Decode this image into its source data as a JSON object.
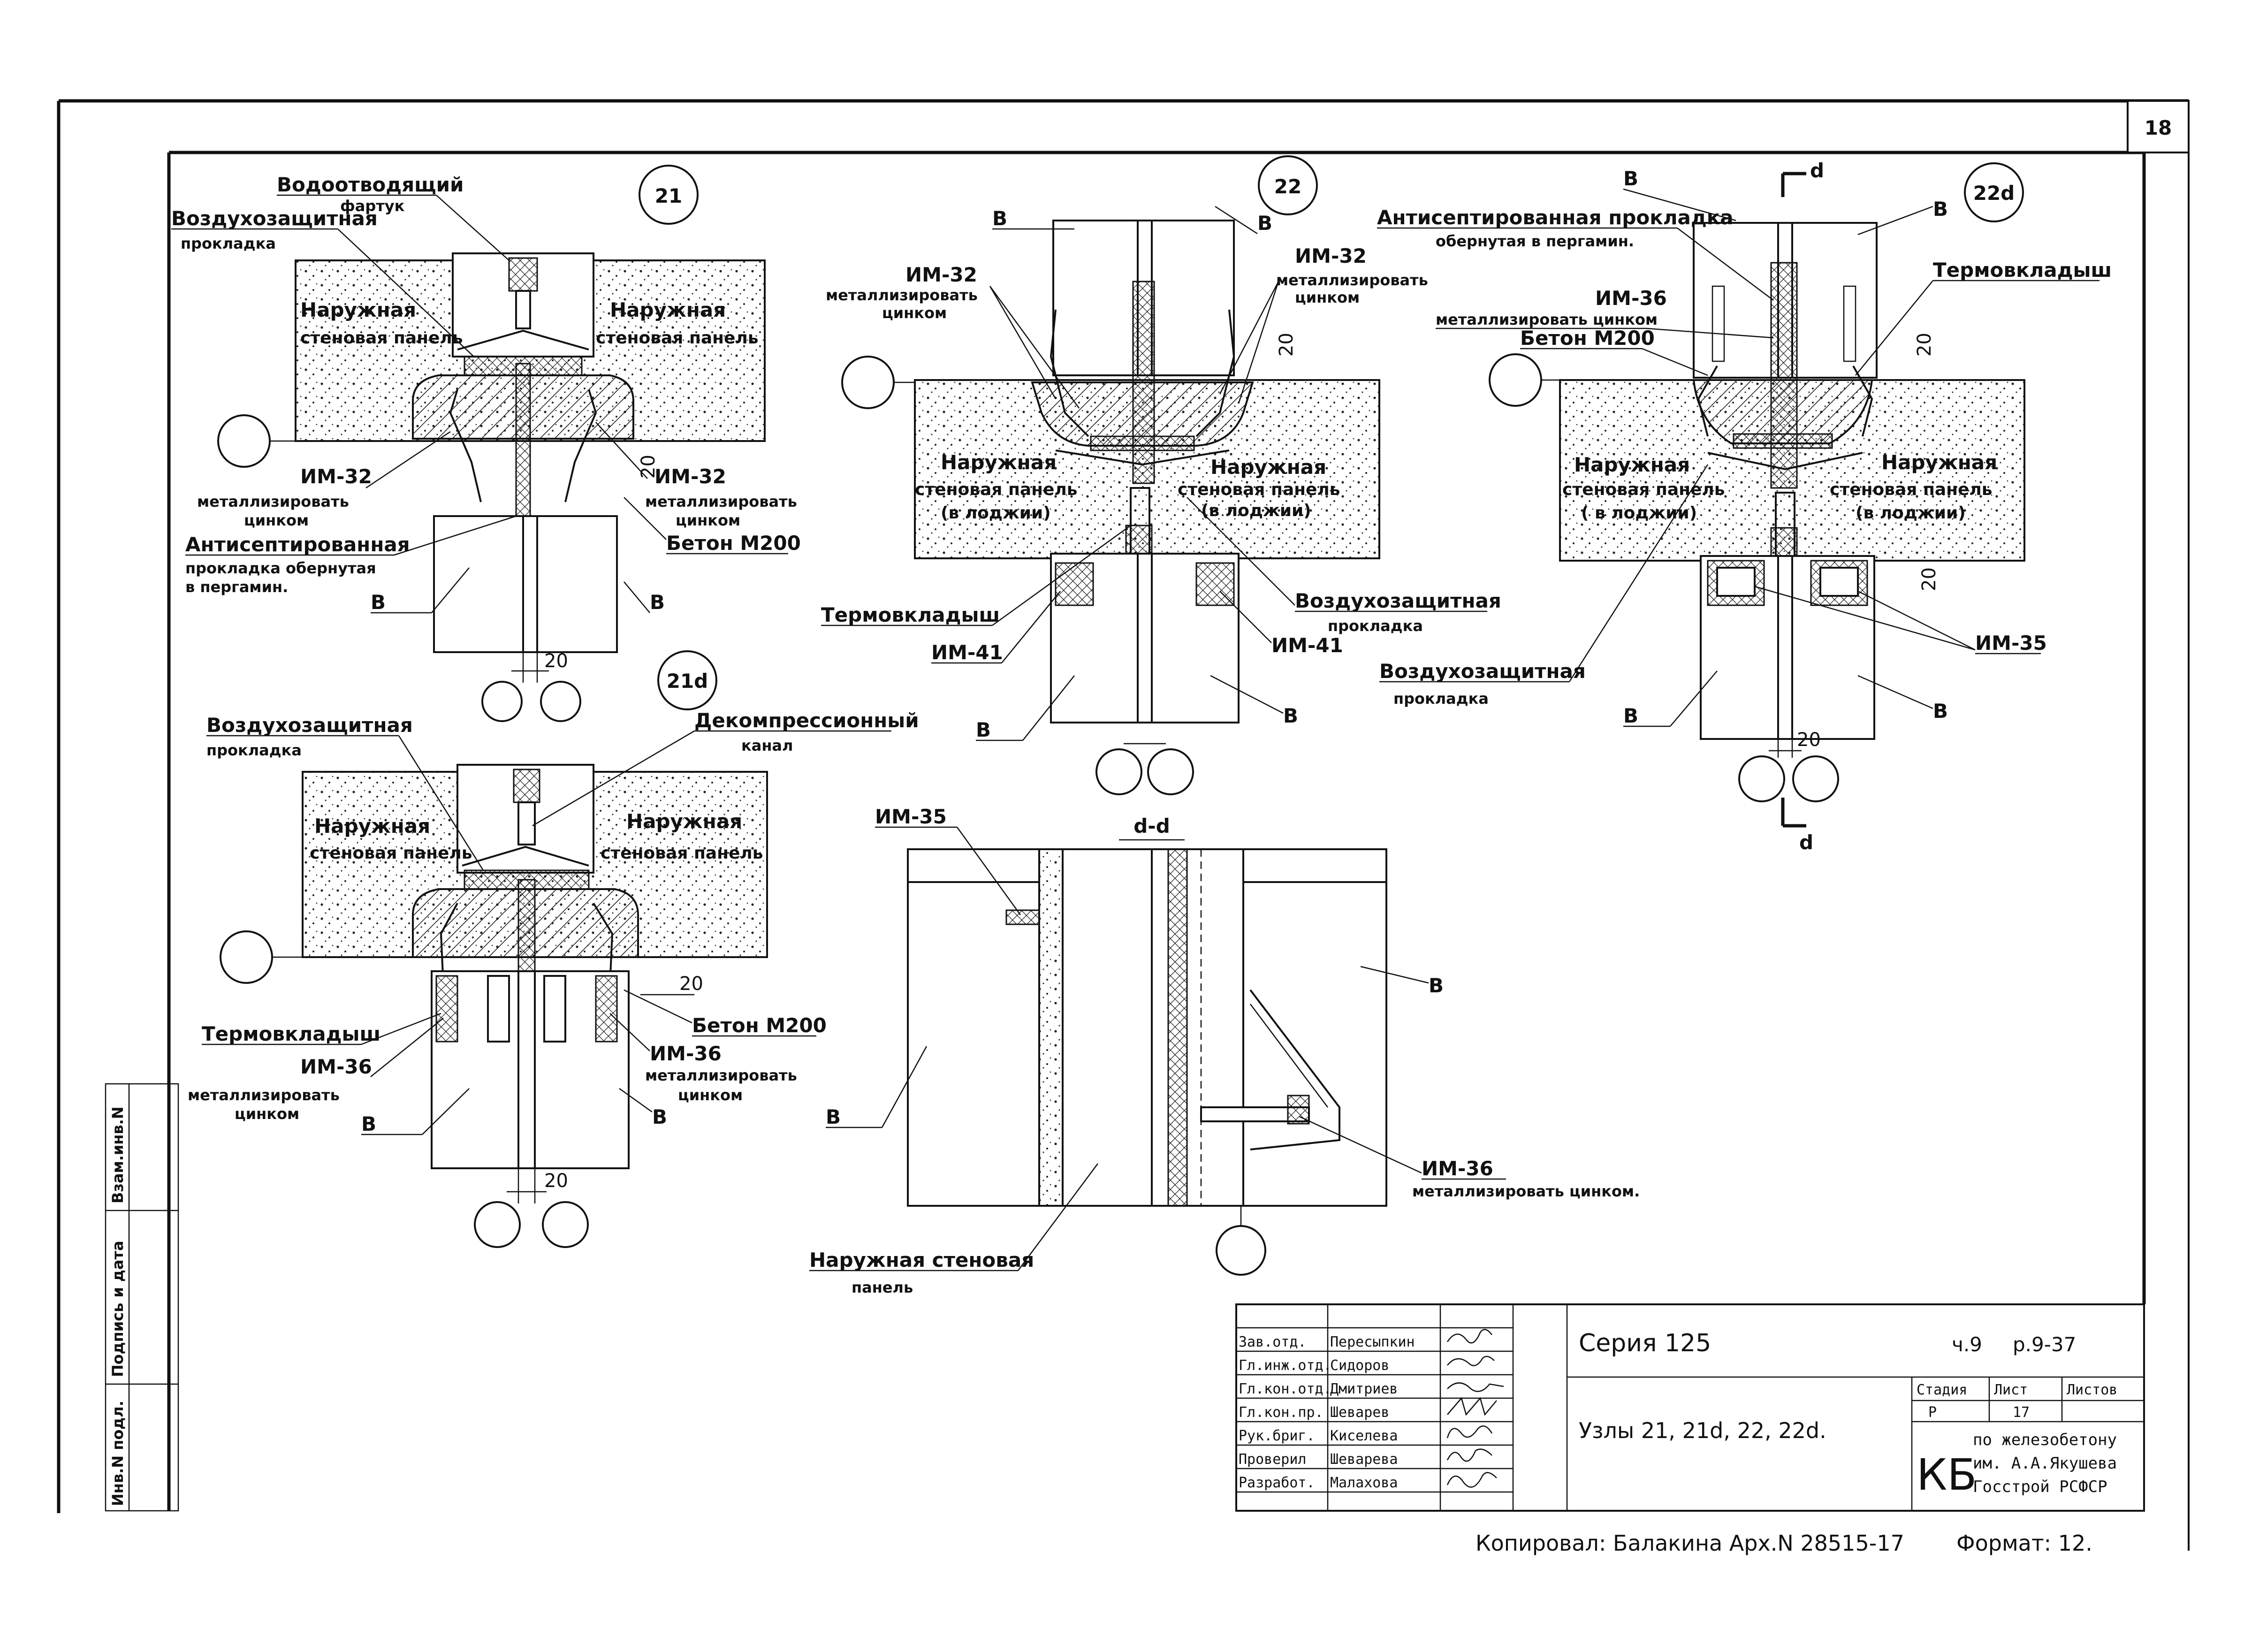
{
  "sheet": {
    "number": "18"
  },
  "nodes": {
    "n21": {
      "marker": "21",
      "label_top_1": "Водоотводящий",
      "label_top_2": "фартук",
      "label_air_1": "Воздухозащитная",
      "label_air_2": "прокладка",
      "panel_left_1": "Наружная",
      "panel_left_2": "стеновая панель",
      "panel_right_1": "Наружная",
      "panel_right_2": "стеновая панель",
      "left_im": "ИМ-32",
      "left_note_1": "металлизировать",
      "left_note_2": "цинком",
      "right_im": "ИМ-32",
      "right_note_1": "металлизировать",
      "right_note_2": "цинком",
      "beton": "Бетон М200",
      "antisept_1": "Антисептированная",
      "antisept_2": "прокладка обернутая",
      "antisept_3": "в пергамин.",
      "b_left": "В",
      "b_right": "В",
      "dim_20_a": "20",
      "dim_20_b": "20"
    },
    "n21d": {
      "marker": "21d",
      "label_air_1": "Воздухозащитная",
      "label_air_2": "прокладка",
      "label_dec_1": "Декомпрессионный",
      "label_dec_2": "канал",
      "panel_left_1": "Наружная",
      "panel_left_2": "стеновая панель",
      "panel_right_1": "Наружная",
      "panel_right_2": "стеновая панель",
      "thermo": "Термовкладыш",
      "beton": "Бетон М200",
      "left_im": "ИМ-36",
      "left_note_1": "металлизировать",
      "left_note_2": "цинком",
      "right_im": "ИМ-36",
      "right_note_1": "металлизировать",
      "right_note_2": "цинком",
      "b_left": "В",
      "b_right": "В",
      "dim_20_a": "20",
      "dim_20_b": "20"
    },
    "n22": {
      "marker": "22",
      "b_top_left": "В",
      "b_top_right": "В",
      "left_im": "ИМ-32",
      "left_note_1": "металлизировать",
      "left_note_2": "цинком",
      "right_im": "ИМ-32",
      "right_note_1": "металлизировать",
      "right_note_2": "цинком",
      "panel_left_1": "Наружная",
      "panel_left_2": "стеновая панель",
      "panel_left_3": "(в лоджии)",
      "panel_right_1": "Наружная",
      "panel_right_2": "стеновая панель",
      "panel_right_3": "(в лоджии)",
      "thermo": "Термовкладыш",
      "air_1": "Воздухозащитная",
      "air_2": "прокладка",
      "im41_left": "ИМ-41",
      "im41_right": "ИМ-41",
      "b_left": "В",
      "b_right": "В",
      "dim_20": "20"
    },
    "n22d": {
      "marker": "22d",
      "b_top": "В",
      "b_top_right": "В",
      "section_top": "d",
      "section_bottom": "d",
      "antisept_1": "Антисептированная прокладка",
      "antisept_2": "обернутая в пергамин.",
      "thermo": "Термовкладыш",
      "im36": "ИМ-36",
      "im36_note": "металлизировать цинком",
      "beton": "Бетон М200",
      "panel_left_1": "Наружная",
      "panel_left_2": "стеновая панель",
      "panel_left_3": "( в лоджии)",
      "panel_right_1": "Наружная",
      "panel_right_2": "стеновая панель",
      "panel_right_3": "(в лоджии)",
      "air_1": "Воздухозащитная",
      "air_2": "прокладка",
      "im35": "ИМ-35",
      "b_left": "В",
      "b_right": "В",
      "dim_20_a": "20",
      "dim_20_b": "20",
      "dim_20_c": "20"
    },
    "dd": {
      "title": "d-d",
      "im35": "ИМ-35",
      "im36": "ИМ-36",
      "im36_note": "металлизировать цинком.",
      "b_left": "В",
      "b_right": "В",
      "panel_1": "Наружная стеновая",
      "panel_2": "панель"
    }
  },
  "side_stamp": {
    "col1": "Взам.инв.N",
    "col2": "Подпись и дата",
    "col3": "Инв.N подл."
  },
  "title_block": {
    "rows": [
      {
        "role": "Зав.отд.",
        "name": "Пересыпкин"
      },
      {
        "role": "Гл.инж.отд.",
        "name": "Сидоров"
      },
      {
        "role": "Гл.кон.отд.",
        "name": "Дмитриев"
      },
      {
        "role": "Гл.кон.пр.",
        "name": "Шеварев"
      },
      {
        "role": "Рук.бриг.",
        "name": "Киселева"
      },
      {
        "role": "Проверил",
        "name": "Шеварева"
      },
      {
        "role": "Разработ.",
        "name": "Малахова"
      }
    ],
    "series": "Серия 125",
    "part": "ч.9",
    "code": "р.9-37",
    "title": "Узлы 21, 21d, 22, 22d.",
    "stage_h": "Стадия",
    "sheet_h": "Лист",
    "sheets_h": "Листов",
    "stage_v": "Р",
    "sheet_v": "17",
    "org_abbr": "КБ",
    "org_1": "по железобетону",
    "org_2": "им. А.А.Якушева",
    "org_3": "Госстрой РСФСР"
  },
  "footer": {
    "copied": "Копировал: Балакина  Арх.N 28515-17",
    "format": "Формат: 12."
  }
}
